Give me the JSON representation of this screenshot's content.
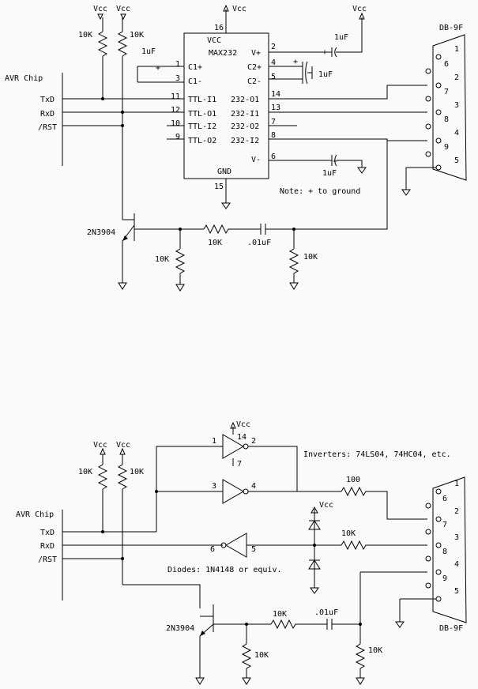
{
  "labels": {
    "vcc": "Vcc",
    "vcc_ic": "VCC",
    "gnd_ic": "GND",
    "avr_chip": "AVR Chip",
    "txd": "TxD",
    "rxd": "RxD",
    "rst": "/RST",
    "db9f": "DB-9F",
    "r10k": "10K",
    "r100": "100",
    "c1uf": "1uF",
    "c01uf": ".01uF",
    "transistor": "2N3904",
    "ic_name": "MAX232",
    "note": "Note: + to ground",
    "inverters": "Inverters: 74LS04, 74HC04, etc.",
    "diodes": "Diodes: 1N4148 or equiv."
  },
  "max232_pins": {
    "vcc": "16",
    "gnd": "15",
    "c1p_num": "1",
    "c1m_num": "3",
    "c2p_num": "4",
    "c2m_num": "5",
    "vp_num": "2",
    "vm_num": "6",
    "ttli1_num": "11",
    "ttlo1_num": "12",
    "ttli2_num": "10",
    "ttlo2_num": "9",
    "o1_num": "14",
    "i1_num": "13",
    "o2_num": "7",
    "i2_num": "8",
    "c1p": "C1+",
    "c1m": "C1-",
    "c2p": "C2+",
    "c2m": "C2-",
    "vp": "V+",
    "vm": "V-",
    "ttli1": "TTL-I1",
    "ttlo1": "TTL-O1",
    "ttli2": "TTL-I2",
    "ttlo2": "TTL-O2",
    "o1": "232-O1",
    "i1": "232-I1",
    "o2": "232-O2",
    "i2": "232-I2"
  },
  "db9_pins": [
    "1",
    "2",
    "3",
    "4",
    "5",
    "6",
    "7",
    "8",
    "9"
  ],
  "inverter_pins": [
    "1",
    "2",
    "3",
    "4",
    "5",
    "6",
    "7",
    "14"
  ],
  "plus_sign": "+"
}
